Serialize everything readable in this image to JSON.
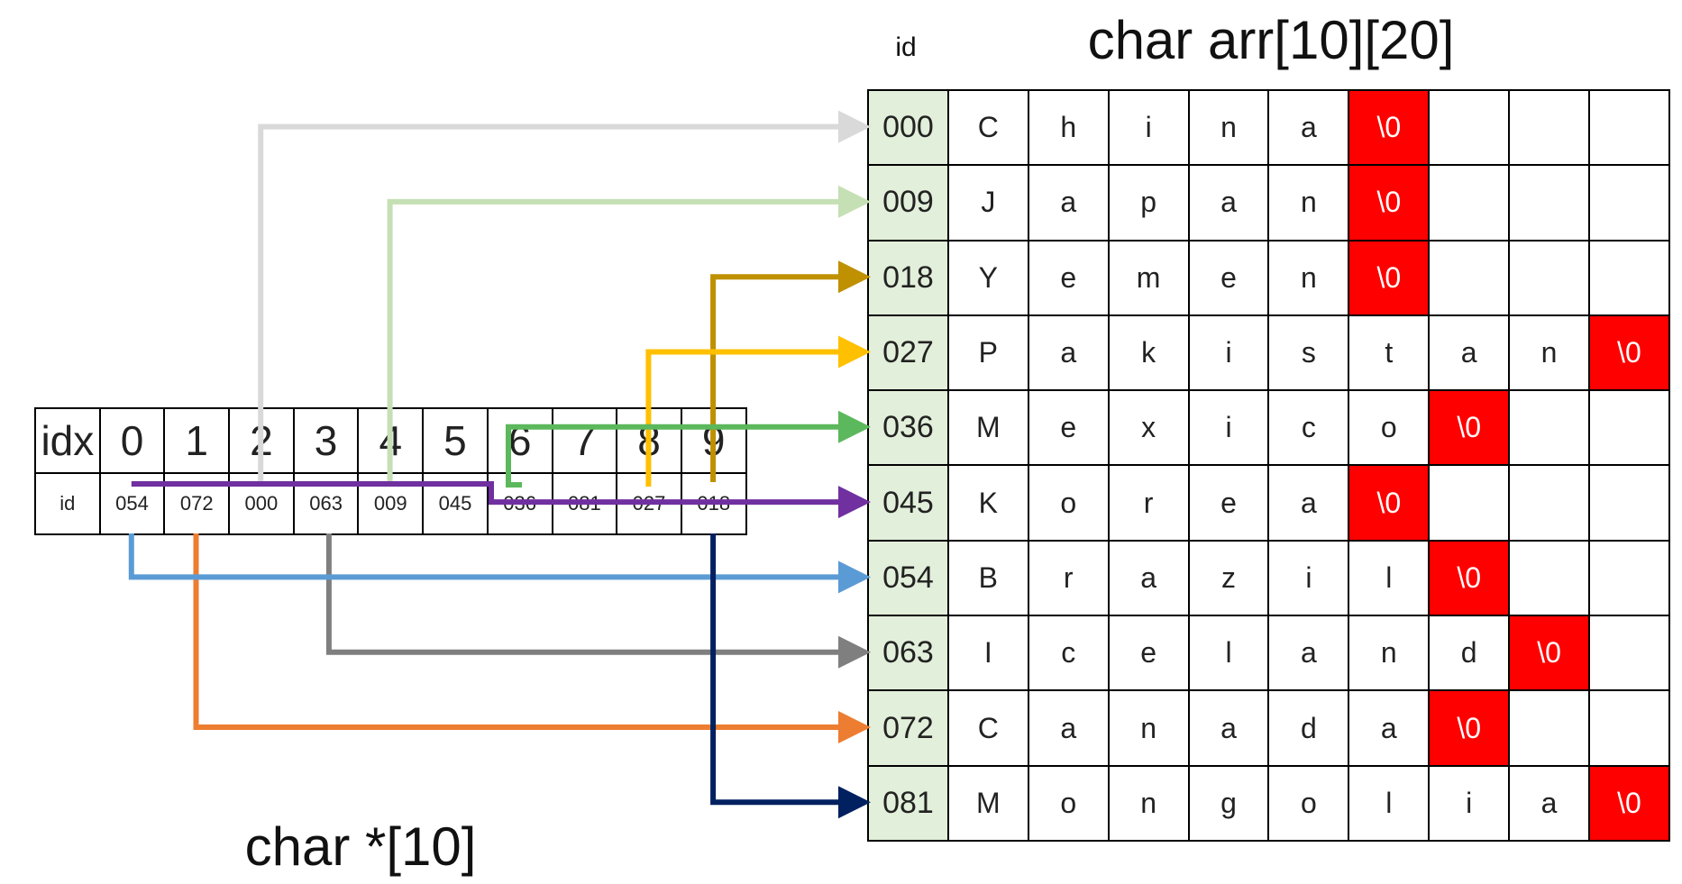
{
  "titles": {
    "array": "char arr[10][20]",
    "pointers": "char *[10]",
    "id_header": "id"
  },
  "pointer_table": {
    "idx_label": "idx",
    "id_label": "id",
    "indices": [
      "0",
      "1",
      "2",
      "3",
      "4",
      "5",
      "6",
      "7",
      "8",
      "9"
    ],
    "ids": [
      "054",
      "072",
      "000",
      "063",
      "009",
      "045",
      "036",
      "081",
      "027",
      "018"
    ]
  },
  "array_rows": [
    {
      "id": "000",
      "chars": [
        "C",
        "h",
        "i",
        "n",
        "a",
        "\\0",
        "",
        "",
        ""
      ]
    },
    {
      "id": "009",
      "chars": [
        "J",
        "a",
        "p",
        "a",
        "n",
        "\\0",
        "",
        "",
        ""
      ]
    },
    {
      "id": "018",
      "chars": [
        "Y",
        "e",
        "m",
        "e",
        "n",
        "\\0",
        "",
        "",
        ""
      ]
    },
    {
      "id": "027",
      "chars": [
        "P",
        "a",
        "k",
        "i",
        "s",
        "t",
        "a",
        "n",
        "\\0"
      ]
    },
    {
      "id": "036",
      "chars": [
        "M",
        "e",
        "x",
        "i",
        "c",
        "o",
        "\\0",
        "",
        ""
      ]
    },
    {
      "id": "045",
      "chars": [
        "K",
        "o",
        "r",
        "e",
        "a",
        "\\0",
        "",
        "",
        ""
      ]
    },
    {
      "id": "054",
      "chars": [
        "B",
        "r",
        "a",
        "z",
        "i",
        "l",
        "\\0",
        "",
        ""
      ]
    },
    {
      "id": "063",
      "chars": [
        "I",
        "c",
        "e",
        "l",
        "a",
        "n",
        "d",
        "\\0",
        ""
      ]
    },
    {
      "id": "072",
      "chars": [
        "C",
        "a",
        "n",
        "a",
        "d",
        "a",
        "\\0",
        "",
        ""
      ]
    },
    {
      "id": "081",
      "chars": [
        "M",
        "o",
        "n",
        "g",
        "o",
        "l",
        "i",
        "a",
        "\\0"
      ]
    }
  ],
  "arrow_colors": {
    "idx0": "#5b9bd5",
    "idx1": "#ed7d31",
    "idx2": "#d9d9d9",
    "idx3": "#7f7f7f",
    "idx4": "#c5e0b4",
    "idx5": "#7030a0",
    "idx6": "#5cb85c",
    "idx7": "#002060",
    "idx8": "#ffc000",
    "idx9": "#bf9000"
  },
  "colors": {
    "id_cell": "#e2efda",
    "terminator_cell": "#ff0000"
  }
}
